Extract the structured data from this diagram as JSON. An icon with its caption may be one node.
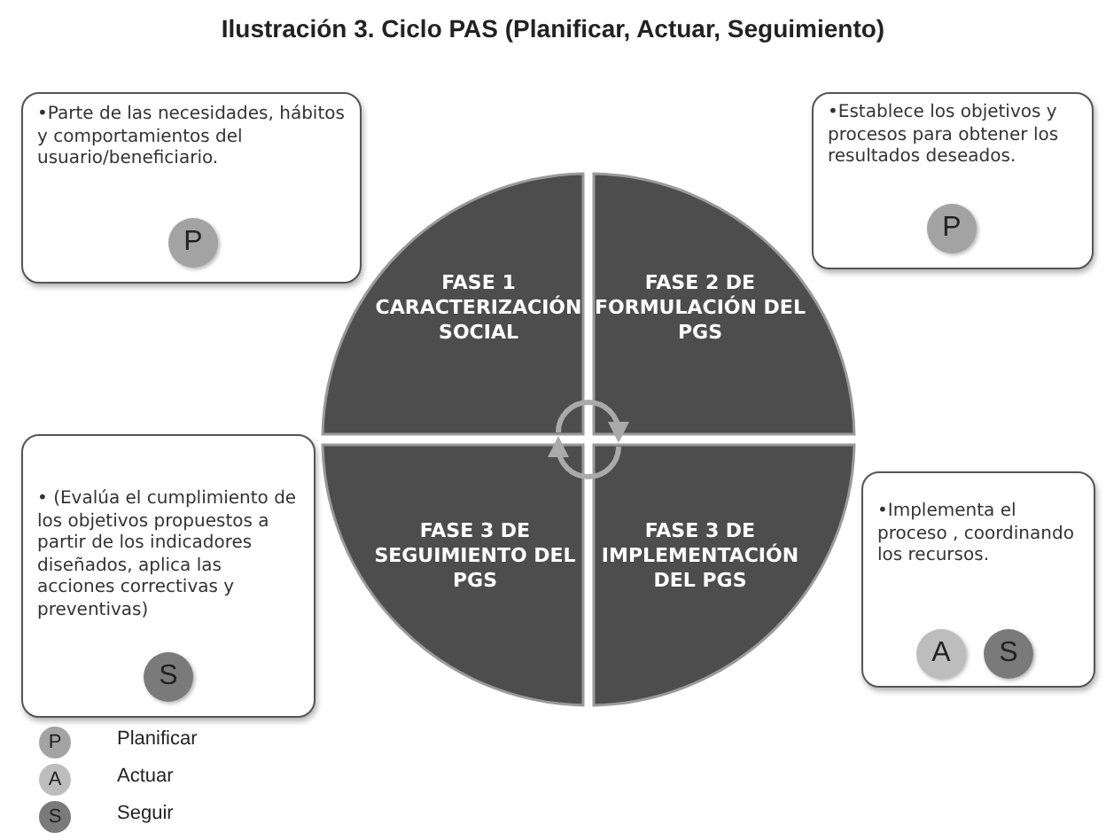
{
  "diagram": {
    "title": "Ilustración 3. Ciclo PAS (Planificar, Actuar, Seguimiento)",
    "nodes": [
      {
        "text": [
          "•Parte de las necesidades, hábitos  y comportamientos del usuario/beneficiario."
        ]
      },
      {
        "text": [
          "P"
        ],
        "in": 0
      },
      {
        "text": [
          "FASE 1 CARACTERIZACIÓN SOCIAL"
        ]
      },
      {
        "text": [
          "FASE 2 DE FORMULACIÓN DEL PGS"
        ]
      },
      {
        "text": [
          "•Establece los objetivos y procesos para obtener los resultados deseados."
        ]
      },
      {
        "text": [
          "P"
        ],
        "in": 4
      },
      {
        "text": [
          "• (Evalúa el cumplimiento de los objetivos propuestos a partir de los indicadores diseñados, aplica las acciones correctivas y preventivas)"
        ]
      },
      {
        "text": [
          "S"
        ],
        "in": 6
      },
      {
        "text": [
          "FASE 3 DE SEGUIMIENTO DEL PGS"
        ]
      },
      {
        "text": [
          "FASE 3 DE IMPLEMENTACIÓN DEL PGS"
        ]
      },
      {
        "text": [
          "•Implementa el proceso , coordinando los recursos."
        ]
      },
      {
        "text": [
          "A"
        ],
        "in": 10
      },
      {
        "text": [
          "S"
        ],
        "in": 10
      }
    ],
    "edges": [
      {
        "from": 2,
        "to": 3,
        "arrow": "to"
      },
      {
        "from": 9,
        "to": 8,
        "arrow": "to"
      }
    ],
    "labels": [
      "P",
      "A",
      "S"
    ],
    "legend": [
      {
        "text": "Planificar",
        "color": "#a3a3a3"
      },
      {
        "text": "Actuar",
        "color": "#bdbdbd"
      },
      {
        "text": "Seguir",
        "color": "#7a7a7a"
      }
    ]
  }
}
